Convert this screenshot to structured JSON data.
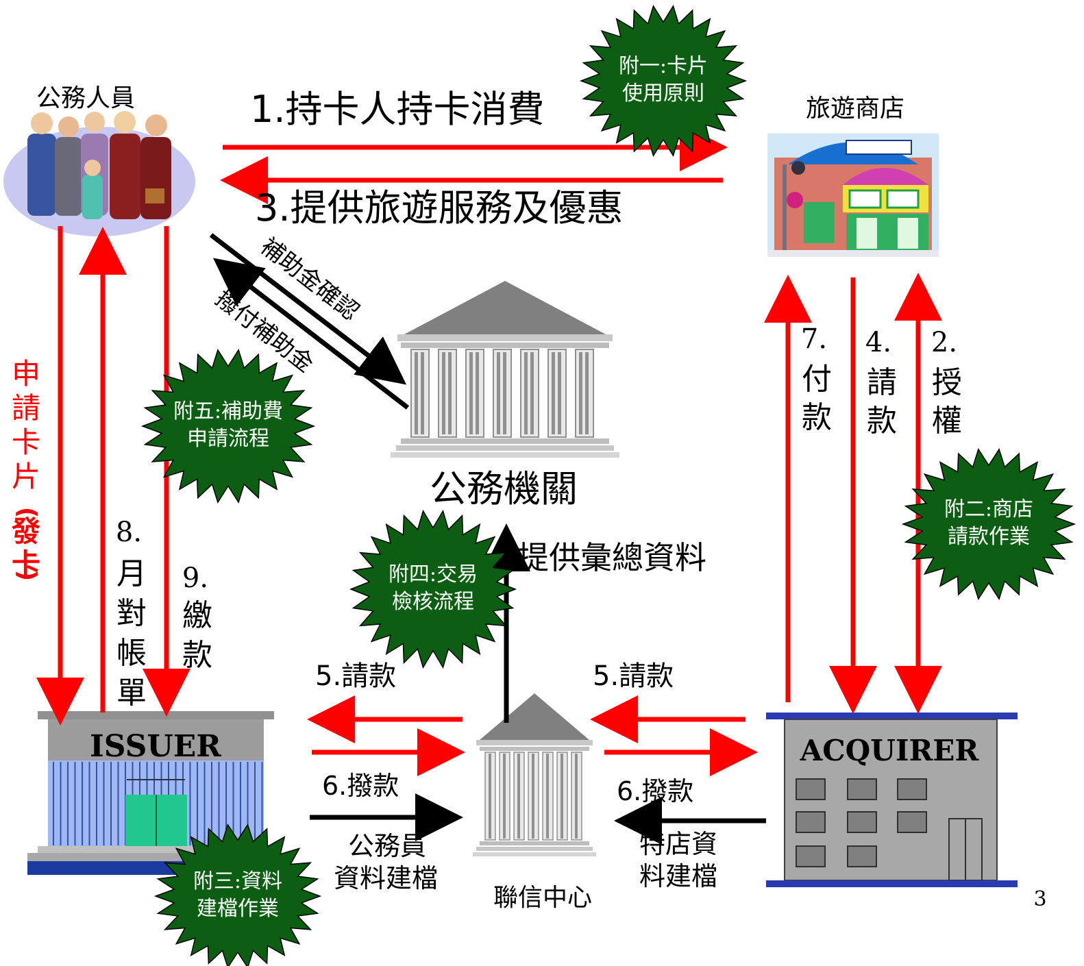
{
  "nodes": {
    "people": "公務人員",
    "shop": "旅遊商店",
    "agency": "公務機關",
    "clearing": "聯信中心",
    "issuer": "ISSUER",
    "acquirer": "ACQUIRER"
  },
  "flows": {
    "f1": "1.持卡人持卡消費",
    "f3": "3.提供旅遊服務及優惠",
    "subsidy_confirm": "補助金確認",
    "subsidy_pay": "撥付補助金",
    "apply_card_1": "申請卡片",
    "apply_card_2": "(發卡)",
    "f8_num": "8.",
    "f8_text": [
      "月",
      "對",
      "帳",
      "單"
    ],
    "f9_num": "9.",
    "f9_text": [
      "繳",
      "款"
    ],
    "f7_num": "7.",
    "f7_text": [
      "付",
      "款"
    ],
    "f4_num": "4.",
    "f4_text": [
      "請",
      "款"
    ],
    "f2_num": "2.",
    "f2_text": [
      "授",
      "權"
    ],
    "summary": "提供彙總資料",
    "f5_left": "5.請款",
    "f5_right": "5.請款",
    "f6_left": "6.撥款",
    "f6_right": "6.撥款",
    "staff_file_1": "公務員",
    "staff_file_2": "資料建檔",
    "shop_file_1": "特店資",
    "shop_file_2": "料建檔"
  },
  "badges": {
    "a1": [
      "附一:卡片",
      "使用原則"
    ],
    "a2": [
      "附二:商店",
      "請款作業"
    ],
    "a3": [
      "附三:資料",
      "建檔作業"
    ],
    "a4": [
      "附四:交易",
      "檢核流程"
    ],
    "a5": [
      "附五:補助費",
      "申請流程"
    ]
  },
  "page_number": "3",
  "colors": {
    "arrow_red": "#ff0000",
    "arrow_black": "#000000",
    "badge_green": "#0b5e12",
    "label_red": "#ff0000"
  }
}
